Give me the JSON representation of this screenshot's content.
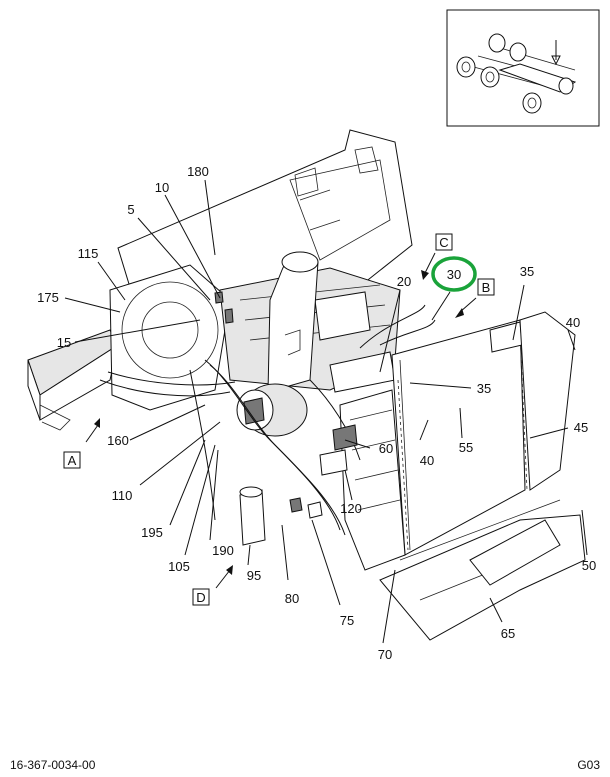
{
  "callouts": {
    "c180": "180",
    "c10": "10",
    "c5": "5",
    "c115": "115",
    "c175": "175",
    "c15": "15",
    "c160": "160",
    "c110": "110",
    "c195": "195",
    "c105": "105",
    "c190": "190",
    "c95": "95",
    "c80": "80",
    "c75": "75",
    "c70": "70",
    "c65": "65",
    "c50": "50",
    "c120": "120",
    "c60": "60",
    "c40a": "40",
    "c55": "55",
    "c45": "45",
    "c35a": "35",
    "c35b": "35",
    "c40b": "40",
    "c20": "20",
    "c30": "30"
  },
  "view_boxes": {
    "a": "A",
    "b": "B",
    "c": "C",
    "d": "D"
  },
  "footer": {
    "drawing_number": "16-367-0034-00",
    "sheet_code": "G03"
  },
  "highlight": {
    "callout": "30",
    "color": "#1aa33a"
  }
}
